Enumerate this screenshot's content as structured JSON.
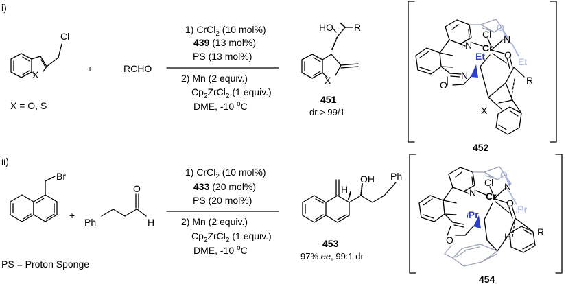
{
  "scheme": {
    "part_i": {
      "label": "i)",
      "substrate_sub": "Cl",
      "substrate_x": "X",
      "substrate_caption": "X = O, S",
      "plus": "+",
      "aldehyde": "RCHO",
      "conditions": {
        "l1a": "1) CrCl",
        "l1b": "2",
        "l1c": " (10 mol%)",
        "l2a": "439",
        "l2b": " (13 mol%)",
        "l3": "PS (13 mol%)",
        "l4": "2) Mn (2 equiv.)",
        "l5a": "Cp",
        "l5b": "2",
        "l5c": "ZrCl",
        "l5d": "2",
        "l5e": " (1 equiv.)",
        "l6a": "DME, -10 ",
        "l6b": "o",
        "l6c": "C"
      },
      "product": {
        "ho": "HO",
        "r": "R",
        "x": "X",
        "number": "451",
        "dr": "dr > 99/1"
      },
      "ts": {
        "number": "452",
        "o_top": "O",
        "n_top": "N",
        "et_top": "Et",
        "n_left": "N",
        "cl": "Cl",
        "cr": "Cr",
        "et_mid": "Et",
        "o_right": "O",
        "n_low": "N",
        "o_low": "O",
        "r": "R",
        "x": "X"
      }
    },
    "part_ii": {
      "label": "ii)",
      "substrate_sub": "Br",
      "plus": "+",
      "ph": "Ph",
      "ald_o": "O",
      "ald_h": "H",
      "caption": "PS = Proton Sponge",
      "conditions": {
        "l1a": "1) CrCl",
        "l1b": "2",
        "l1c": " (10 mol%)",
        "l2a": "433",
        "l2b": " (20 mol%)",
        "l3": "PS (20 mol%)",
        "l4": "2) Mn (2 equiv.)",
        "l5a": "Cp",
        "l5b": "2",
        "l5c": "ZrCl",
        "l5d": "2",
        "l5e": " (1 equiv.)",
        "l6a": "DME, -10 ",
        "l6b": "o",
        "l6c": "C"
      },
      "product": {
        "oh": "OH",
        "ph": "Ph",
        "h": "H",
        "number": "453",
        "ee_a": "97% ",
        "ee_b": "ee",
        "ee_c": ", 99:1 dr"
      },
      "ts": {
        "number": "454",
        "o_top": "O",
        "n_top": "N",
        "ipr_top_i": "i",
        "ipr_top": "Pr",
        "n_left": "N",
        "cl": "Cl",
        "cr": "Cr",
        "ipr_mid_i": "i",
        "ipr_mid": "Pr",
        "o_right": "O",
        "o_low": "O",
        "h": "H",
        "r": "R"
      }
    }
  }
}
